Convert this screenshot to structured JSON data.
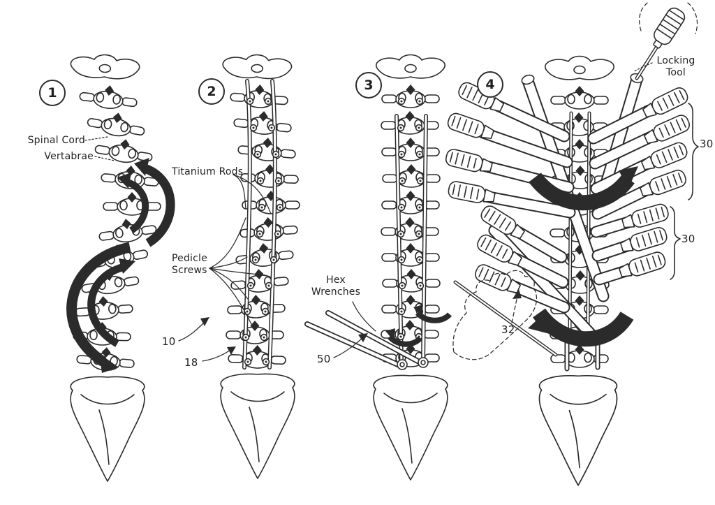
{
  "figure": {
    "background": "#ffffff",
    "ink_color": "#2b2b2b",
    "panels": {
      "p1": {
        "number": "1",
        "spinal_cord_label": "Spinal Cord",
        "vertabrae_label": "Vertabrae"
      },
      "p2": {
        "number": "2",
        "titanium_rods_label": "Titanium Rods",
        "pedicle_screws_label": "Pedicle Screws",
        "ref_10": "10",
        "ref_18": "18"
      },
      "p3": {
        "number": "3",
        "hex_wrenches_label": "Hex Wrenches",
        "ref_50": "50"
      },
      "p4": {
        "number": "4",
        "locking_tool_label": "Locking Tool",
        "ref_30_upper": "30",
        "ref_30_lower": "30",
        "ref_32": "32"
      }
    }
  }
}
